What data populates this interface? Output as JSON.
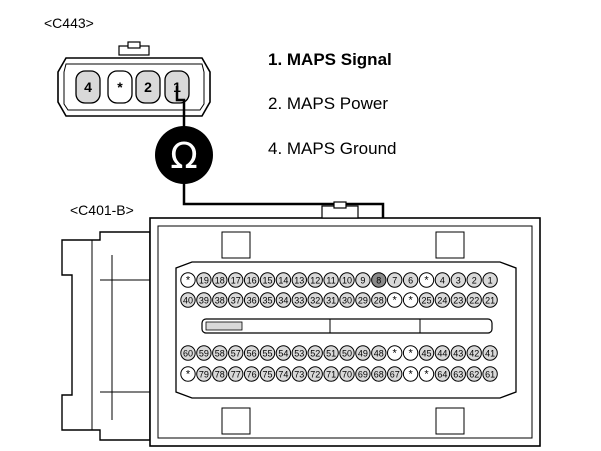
{
  "connector_c443": {
    "label": "<C443>",
    "pins": [
      "4",
      "*",
      "2",
      "1"
    ]
  },
  "connector_c401b": {
    "label": "<C401-B>",
    "rows": [
      [
        "*",
        "19",
        "18",
        "17",
        "16",
        "15",
        "14",
        "13",
        "12",
        "11",
        "10",
        "9",
        "8",
        "7",
        "6",
        "*",
        "4",
        "3",
        "2",
        "1"
      ],
      [
        "40",
        "39",
        "38",
        "37",
        "36",
        "35",
        "34",
        "33",
        "32",
        "31",
        "30",
        "29",
        "28",
        "*",
        "*",
        "25",
        "24",
        "23",
        "22",
        "21"
      ],
      [
        "60",
        "59",
        "58",
        "57",
        "56",
        "55",
        "54",
        "53",
        "52",
        "51",
        "50",
        "49",
        "48",
        "*",
        "*",
        "45",
        "44",
        "43",
        "42",
        "41"
      ],
      [
        "*",
        "79",
        "78",
        "77",
        "76",
        "75",
        "74",
        "73",
        "72",
        "71",
        "70",
        "69",
        "68",
        "67",
        "*",
        "*",
        "64",
        "63",
        "62",
        "61"
      ]
    ],
    "probed_pin": "8"
  },
  "pin_legend": [
    {
      "text": "1. MAPS Signal",
      "highlight": true
    },
    {
      "text": "2. MAPS Power",
      "highlight": false
    },
    {
      "text": "4. MAPS Ground",
      "highlight": false
    }
  ],
  "meter": {
    "symbol": "Ω",
    "icon": "ohmmeter-icon",
    "lead_color": "#000000"
  },
  "colors": {
    "legend_highlight": "#6d6d6d",
    "pin_fill": "#d9d9d9",
    "probed_pin_fill": "#8a8a8a"
  }
}
